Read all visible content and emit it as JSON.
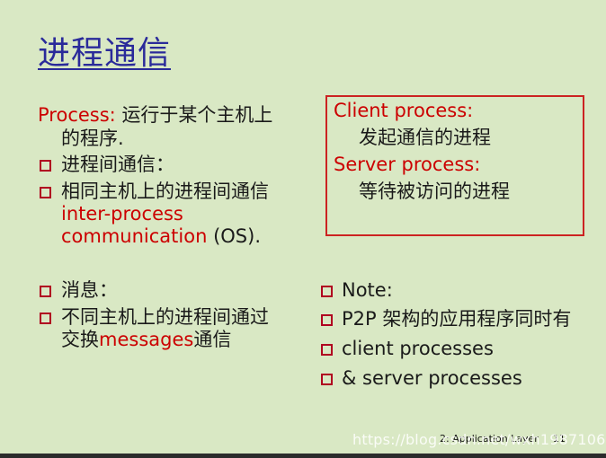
{
  "slide": {
    "title": "进程通信",
    "left_col": {
      "process_label": "Process:",
      "process_text": "运行于某个主机上",
      "process_text2": "的程序.",
      "bullet1": "进程间通信：",
      "bullet2": "相同主机上的进程间通信",
      "bullet2_en1": "inter-process",
      "bullet2_en2": "communication",
      "bullet2_os": " (OS).",
      "bullet3": "消息：",
      "bullet4": "不同主机上的进程间通过",
      "bullet4_pre": "交换",
      "bullet4_msg": "messages",
      "bullet4_post": "通信"
    },
    "box": {
      "client_label": "Client process:",
      "client_text": "发起通信的进程",
      "server_label": "Server process:",
      "server_text": "等待被访问的进程"
    },
    "right_col": {
      "note": "Note:",
      "p2p": "P2P 架构的应用程序同时有",
      "client": "client processes",
      "server": " & server processes"
    },
    "footer": {
      "chapter": "2: Application Layer",
      "page": "11"
    },
    "watermark": "https://blog.csdn.net/wxh1987106"
  },
  "colors": {
    "background": "#d9e8c4",
    "title": "#2a2a9a",
    "accent_red": "#cc0000",
    "bullet": "#b00020"
  }
}
